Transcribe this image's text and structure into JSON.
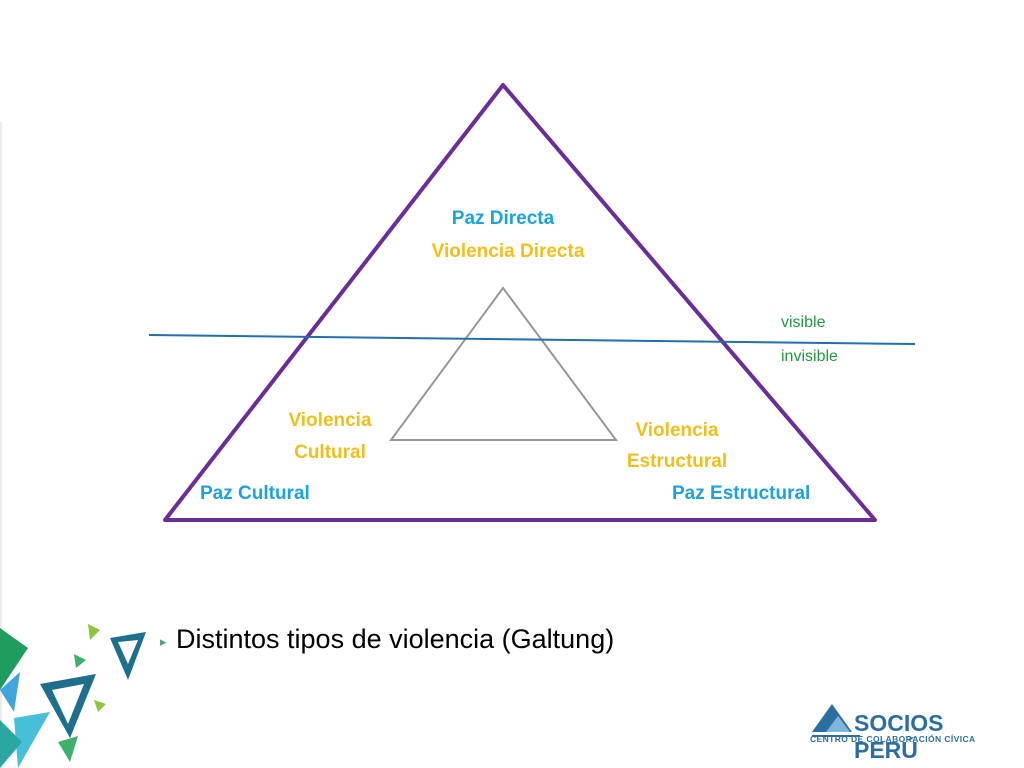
{
  "diagram": {
    "top_labels": {
      "paz": "Paz Directa",
      "violencia": "Violencia Directa"
    },
    "left_labels": {
      "violencia_line1": "Violencia",
      "violencia_line2": "Cultural",
      "paz": "Paz Cultural"
    },
    "right_labels": {
      "violencia_line1": "Violencia",
      "violencia_line2": "Estructural",
      "paz": "Paz Estructural"
    },
    "line_labels": {
      "above": "visible",
      "below": "invisible"
    }
  },
  "caption": "Distintos tipos de violencia (Galtung)",
  "logo": {
    "name": "SOCIOS PERÚ",
    "subtitle": "CENTRO DE COLABORACIÓN CÍVICA"
  },
  "colors": {
    "outer_triangle": "#6a2e99",
    "inner_triangle": "#9a9597",
    "divider_line": "#1f6fb2",
    "paz_text": "#1aa3e0",
    "violencia_text": "#f2bf1a",
    "visibility_text": "#1f9a3c"
  }
}
